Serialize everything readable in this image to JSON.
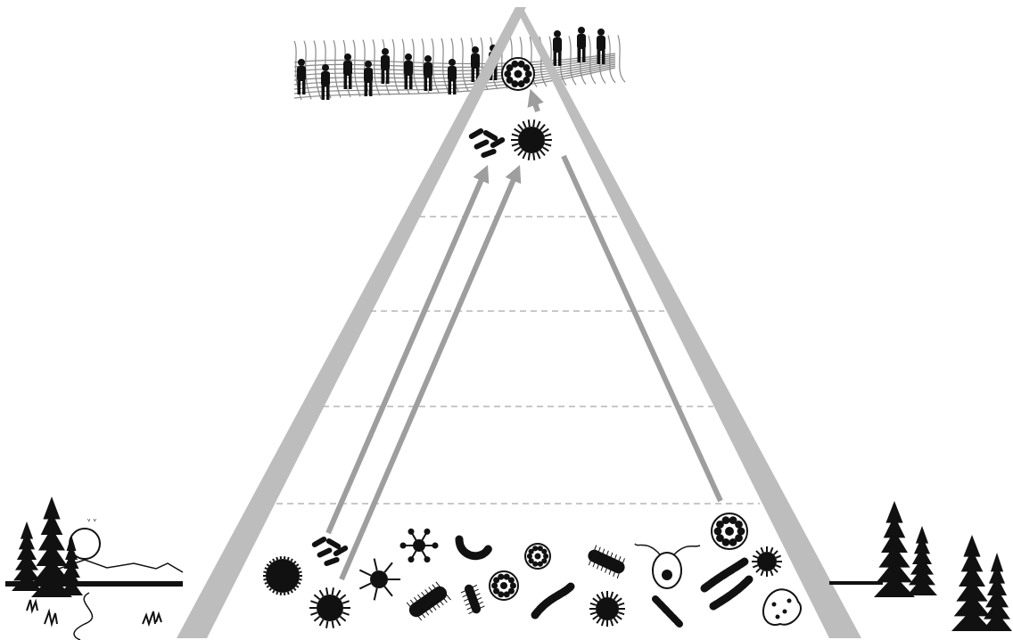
{
  "diagram": {
    "kind": "microbial-transmission-pyramid",
    "colors": {
      "pyramid_edge": "#bdbdbd",
      "arrow": "#9e9e9e",
      "dashed_level": "#b0b0b0",
      "silhouette": "#111111",
      "background": "#ffffff"
    },
    "levels": 4,
    "apex_group": {
      "label_icon": "human-population-silhouettes",
      "icon": "virus-icon"
    },
    "upper_cluster": [
      "rod-bacteria-cluster-icon",
      "spiky-coccus-icon"
    ],
    "base_cluster": [
      "coccus-icon",
      "rod-cluster-icon",
      "spiky-bacterium-icon",
      "branched-virus-icon",
      "spirillum-icon",
      "sphere-virus-icon",
      "flagellated-protist-icon",
      "spherical-virus-icon",
      "small-spiky-icon",
      "bacillus-with-pili-icon",
      "chain-bacteria-icon",
      "round-cell-icon",
      "mesh-virus-icon",
      "filament-icon",
      "streptococcus-icon",
      "amoeba-icon"
    ],
    "landscapes": [
      "lake-forest-sunset-scene",
      "pine-forest-scene"
    ]
  }
}
